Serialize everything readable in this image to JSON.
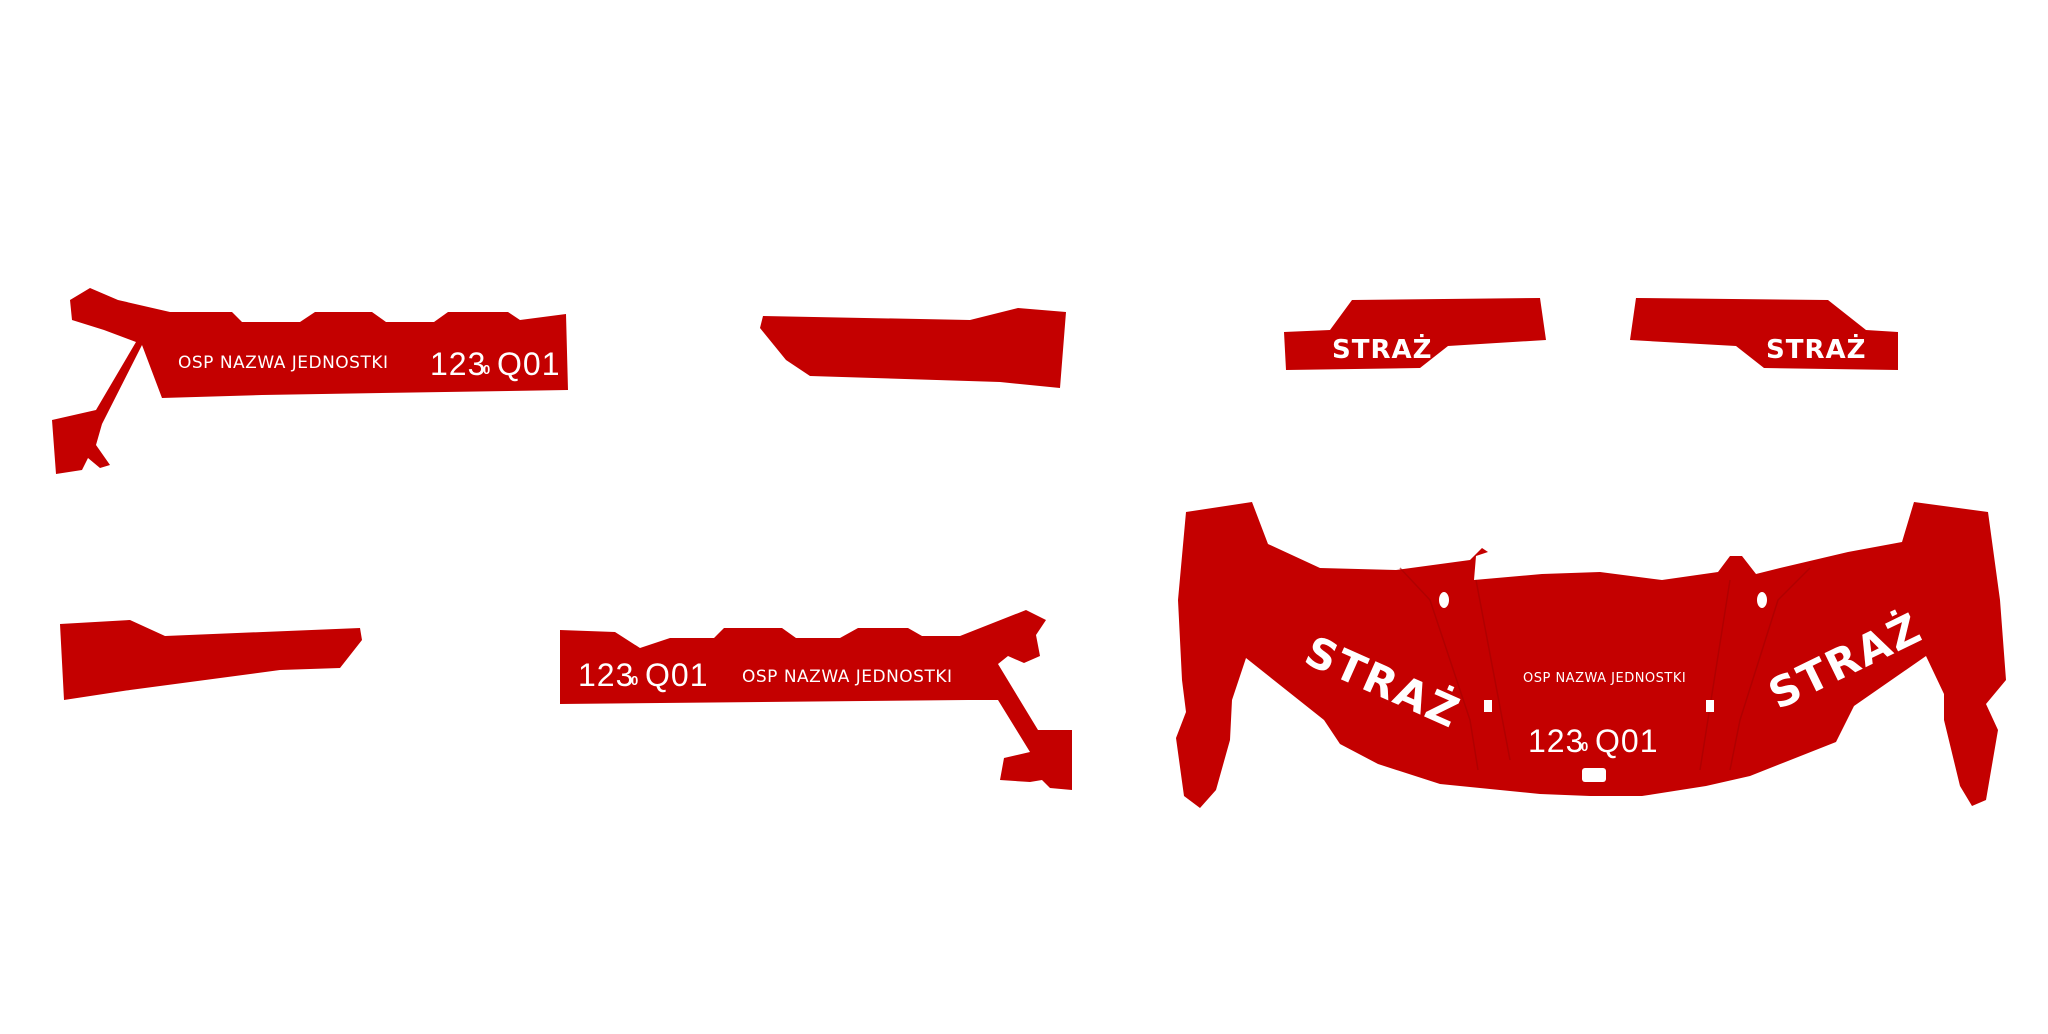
{
  "colors": {
    "background": "#ffffff",
    "decal_red": "#c40000",
    "text": "#ffffff"
  },
  "decals": {
    "left_rail_top": {
      "unit_name": "OSP NAZWA JEDNOSTKI",
      "number_prefix": "123",
      "number_mark": "0",
      "number_suffix": "Q01"
    },
    "left_rail_bottom": {
      "number_prefix": "123",
      "number_mark": "0",
      "number_suffix": "Q01",
      "unit_name": "OSP NAZWA JEDNOSTKI"
    },
    "strip_left": {
      "label": "STRAŻ"
    },
    "strip_right": {
      "label": "STRAŻ"
    },
    "front_panel": {
      "left_label": "STRAŻ",
      "right_label": "STRAŻ",
      "unit_name": "OSP NAZWA JEDNOSTKI",
      "number_prefix": "123",
      "number_mark": "0",
      "number_suffix": "Q01"
    }
  }
}
